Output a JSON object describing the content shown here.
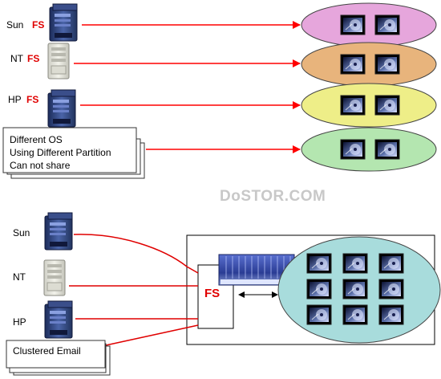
{
  "colors": {
    "arrow": "#ff0000",
    "fs_text": "#e00000",
    "watermark": "#c8c8c8",
    "pool_sun": "#e6a6dc",
    "pool_nt": "#e8b47c",
    "pool_hp": "#eeee88",
    "pool_diff": "#b4e6b0",
    "pool_shared": "#a8dcdc"
  },
  "top": {
    "servers": [
      {
        "os": "Sun",
        "fs": "FS",
        "icon": "server-tower-blue-icon"
      },
      {
        "os": "NT",
        "fs": "FS",
        "icon": "server-tower-beige-icon"
      },
      {
        "os": "HP",
        "fs": "FS",
        "icon": "server-tower-blue-icon"
      }
    ],
    "note_lines": [
      "Different OS",
      "Using Different Partition",
      "Can not share"
    ]
  },
  "watermark": "DoSTOR.COM",
  "bottom": {
    "servers": [
      {
        "os": "Sun",
        "icon": "server-tower-blue-icon"
      },
      {
        "os": "NT",
        "icon": "server-tower-beige-icon"
      },
      {
        "os": "HP",
        "icon": "server-tower-blue-icon"
      }
    ],
    "fs_label": "FS",
    "note": "Clustered Email",
    "icons": {
      "switch": "san-switch-icon",
      "disk": "disk-drive-icon"
    }
  }
}
